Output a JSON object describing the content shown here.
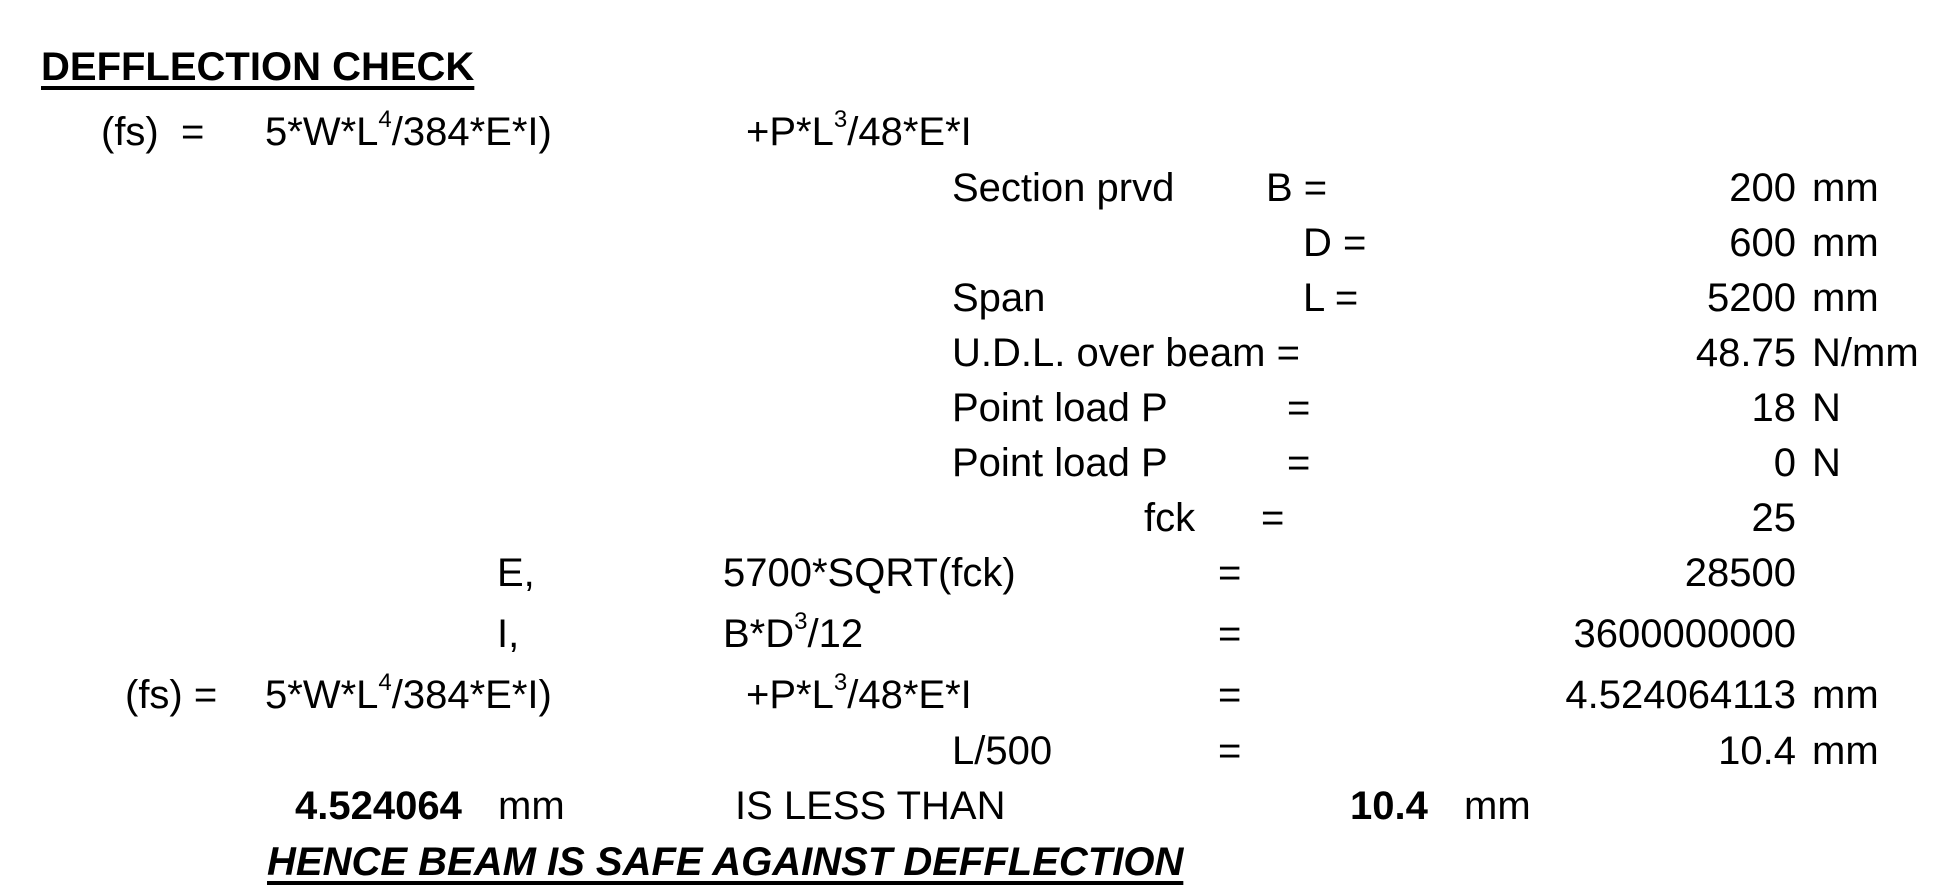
{
  "title": "DEFFLECTION CHECK",
  "formula_row": {
    "lhs": "(fs)  =",
    "term1_a": "5*W*L",
    "term1_exp": "4",
    "term1_b": "/384*E*I)",
    "term2_a": "+P*L",
    "term2_exp": "3",
    "term2_b": "/48*E*I"
  },
  "inputs": {
    "section_label": "Section prvd",
    "B_label": "B =",
    "B_value": "200",
    "B_unit": "mm",
    "D_label": "D =",
    "D_value": "600",
    "D_unit": "mm",
    "span_label": "Span",
    "L_label": "L =",
    "L_value": "5200",
    "L_unit": "mm",
    "udl_label": "U.D.L. over beam =",
    "udl_value": "48.75",
    "udl_unit": "N/mm",
    "p1_label": "Point load P",
    "p1_eq": "=",
    "p1_value": "18",
    "p1_unit": "N",
    "p2_label": "Point load P",
    "p2_eq": "=",
    "p2_value": "0",
    "p2_unit": "N",
    "fck_label": "fck",
    "fck_eq": "=",
    "fck_value": "25"
  },
  "calc": {
    "E_label": "E,",
    "E_formula": "5700*SQRT(fck)",
    "E_eq": "=",
    "E_value": "28500",
    "I_label": "I,",
    "I_formula_a": "B*D",
    "I_formula_exp": "3",
    "I_formula_b": "/12",
    "I_eq": "=",
    "I_value": "3600000000",
    "fs_lhs": "(fs) =",
    "fs_term1_a": "5*W*L",
    "fs_term1_exp": "4",
    "fs_term1_b": "/384*E*I)",
    "fs_term2_a": "+P*L",
    "fs_term2_exp": "3",
    "fs_term2_b": "/48*E*I",
    "fs_eq": "=",
    "fs_value": "4.524064113",
    "fs_unit": "mm",
    "limit_label": "L/500",
    "limit_eq": "=",
    "limit_value": "10.4",
    "limit_unit": "mm"
  },
  "conclusion": {
    "actual_value": "4.524064",
    "actual_unit": "mm",
    "comparison": "IS LESS THAN",
    "limit_value": "10.4",
    "limit_unit": "mm",
    "verdict": "HENCE BEAM IS SAFE AGAINST DEFFLECTION"
  }
}
